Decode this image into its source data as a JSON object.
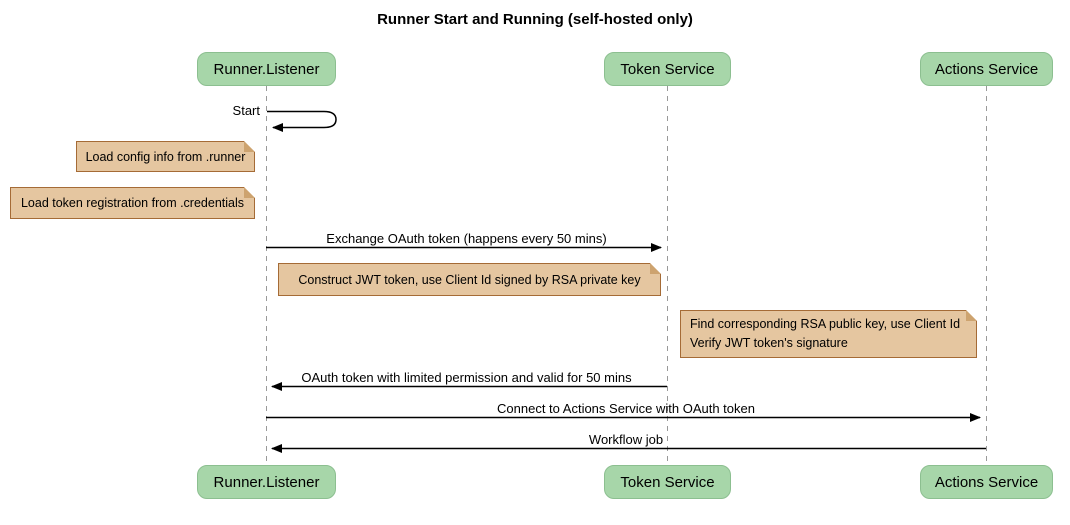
{
  "title": "Runner Start and Running (self-hosted only)",
  "participants": [
    {
      "name": "Runner.Listener"
    },
    {
      "name": "Token Service"
    },
    {
      "name": "Actions Service"
    }
  ],
  "messages": [
    {
      "label": "Start",
      "from": "Runner.Listener",
      "to": "Runner.Listener",
      "type": "self"
    },
    {
      "label": "Exchange OAuth token (happens every 50 mins)",
      "from": "Runner.Listener",
      "to": "Token Service",
      "type": "solid"
    },
    {
      "label": "OAuth token with limited permission and valid for 50 mins",
      "from": "Token Service",
      "to": "Runner.Listener",
      "type": "solid"
    },
    {
      "label": "Connect to Actions Service with OAuth token",
      "from": "Runner.Listener",
      "to": "Actions Service",
      "type": "solid"
    },
    {
      "label": "Workflow job",
      "from": "Actions Service",
      "to": "Runner.Listener",
      "type": "solid"
    }
  ],
  "notes": [
    {
      "text": "Load config info from .runner",
      "position": "left of Runner.Listener"
    },
    {
      "text": "Load token registration from .credentials",
      "position": "left of Runner.Listener"
    },
    {
      "text": "Construct JWT token, use Client Id signed by RSA private key",
      "position": "between Runner.Listener and Token Service"
    },
    {
      "lines": [
        "Find corresponding RSA public key, use Client Id",
        "Verify JWT token's signature"
      ],
      "position": "left of Actions Service"
    }
  ],
  "colors": {
    "participant-fill": "#a7d6a9",
    "participant-border": "#8cbf90",
    "note-fill": "#e5c6a0",
    "note-border": "#a56b36",
    "note-fold": "#cda36f",
    "lifeline": "#999999",
    "arrow": "#000000"
  }
}
